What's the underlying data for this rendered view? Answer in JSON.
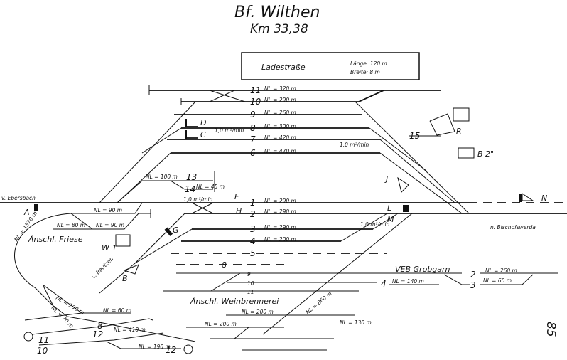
{
  "title": "Bf. Wilthen",
  "km": "Km 33,38",
  "ladestrasse": {
    "name": "Ladestraße",
    "laenge": "Länge: 120 m",
    "breite": "Breite: 8 m"
  },
  "upper_tracks": [
    {
      "no": "11",
      "length": "NL = 320 m"
    },
    {
      "no": "10",
      "length": "NL = 290 m"
    },
    {
      "no": "9",
      "length": "NL = 260 m"
    },
    {
      "no": "8",
      "length": "NL = 300 m"
    },
    {
      "no": "7",
      "length": "NL = 420 m"
    },
    {
      "no": "6",
      "length": "NL = 470 m"
    }
  ],
  "main_tracks": [
    {
      "no": "1",
      "length": "NL = 290 m"
    },
    {
      "no": "2",
      "length": "NL = 290 m"
    },
    {
      "no": "3",
      "length": "NL = 290 m"
    },
    {
      "no": "4",
      "length": "NL = 200 m"
    },
    {
      "no": "5",
      "length": ""
    }
  ],
  "track_15": "15",
  "track_13": "13",
  "track_14": "14",
  "nl_13": "NL = 100 m",
  "nl_14": "NL = 45 m",
  "directions": {
    "ebersbach": "v. Ebersbach",
    "bischofswerda": "n. Bischofswerda",
    "bautzen": "v. Bautzen"
  },
  "signals": [
    "A",
    "B",
    "C",
    "D",
    "F",
    "H",
    "J",
    "L",
    "M",
    "N",
    "R",
    "G"
  ],
  "buildings": {
    "w1": "W 1",
    "b2": "B 2\""
  },
  "gradients": [
    "1,0 m²/min",
    "1,0 m²/min",
    "1,0 m²/min",
    "1,0 m²/min"
  ],
  "sidings": {
    "friese": "Änschl. Friese",
    "friese_nl_a": "NL = 90 m",
    "friese_nl_b": "NL = 90 m",
    "friese_nl_c": "NL = 80 m",
    "friese_loop": "NL = 1370 m",
    "weinbrennerei": "Änschl. Weinbrennerei",
    "grobgarn": "VEB Grobgarn",
    "grobgarn_2": "2",
    "grobgarn_3": "3",
    "grobgarn_4": "4",
    "grobgarn_nl_2": "NL = 260 m",
    "grobgarn_nl_3": "NL = 60 m",
    "grobgarn_nl_4": "NL = 140 m",
    "track_8_dash": "8",
    "track_9": "9",
    "track_10": "10",
    "track_11": "11",
    "wb_nl_1": "NL = 200 m",
    "wb_nl_2": "NL = 200 m",
    "wb_nl_3": "NL = 130 m",
    "wb_nl_diag": "NL = 860 m"
  },
  "lower_left": {
    "nl_100": "NL = 100 m",
    "nl_70": "NL = 70 m",
    "nl_60": "NL = 60 m",
    "nl_410": "NL = 410 m",
    "nl_190": "NL = 190 m",
    "t8": "8",
    "t12a": "12",
    "t12b": "12",
    "t11": "11",
    "t10": "10"
  },
  "page_number": "85"
}
